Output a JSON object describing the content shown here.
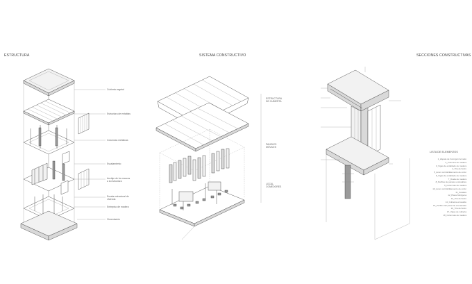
{
  "titles": {
    "estructura": "ESTRUCTURA",
    "sistema": "SISTEMA CONSTRUCTIVO",
    "secciones": "SECCIONES CONSTRUCTIVAS"
  },
  "estructura_labels": [
    "Cubierta vegetal",
    "Estructura de entablas",
    "Columnas metálicas",
    "Escalamiento",
    "Anclaje de los marcos a la estructura",
    "Escala estructural de vivienda",
    "Entrepiso de madera",
    "Cimentación"
  ],
  "sistema_labels": [
    "ESTRUCTURA DE CUBIERTA",
    "PANELES MÓVILES",
    "LOCAL COMEDORES"
  ],
  "legend": {
    "title": "LISTA DE ELEMENTOS",
    "items": [
      "1_Zapata de hormigón Armado",
      "2_Columna de madera",
      "3_Vigas de entablado de madera",
      "4_Tira de fieltro",
      "5_Acero corrido/Elemento de unión",
      "6_Vigas de entablado de madera",
      "7_Duela de madera",
      "8_Perfiles de paneles enrasables",
      "9_Columnas de madera",
      "10_Acero corrido/Elemento de unión",
      "11_Canales",
      "12_Placa hidrógena",
      "13_Tira de fieltro",
      "14_Cubierta enrasable",
      "15_Perfiles del panel de enmarcado",
      "16_Tira de fieltro",
      "17_Vigas de cubierta",
      "18_Columnas de madera"
    ]
  }
}
